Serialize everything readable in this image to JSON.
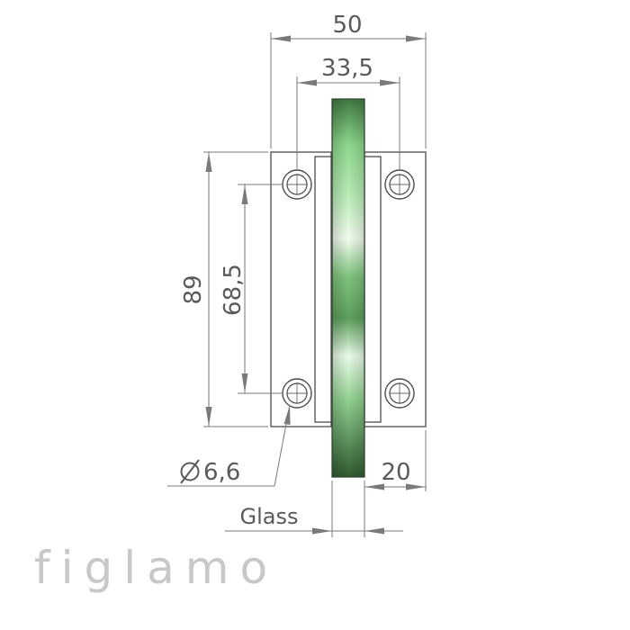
{
  "dimensions": {
    "overall_width": "50",
    "hole_spacing_horizontal": "33,5",
    "overall_height": "89",
    "hole_spacing_vertical": "68,5",
    "hole_diameter": "6,6",
    "offset": "20",
    "glass_label": "Glass"
  },
  "brand": {
    "name": "figlamo"
  },
  "colors": {
    "glass_dark": "#2f5a31",
    "glass_mid": "#7fd07f",
    "glass_light": "#eafbe9",
    "line": "#4a4a4a",
    "dimension": "#7a7a7a",
    "text": "#5a5a5a",
    "brand": "#c8c8c8"
  }
}
